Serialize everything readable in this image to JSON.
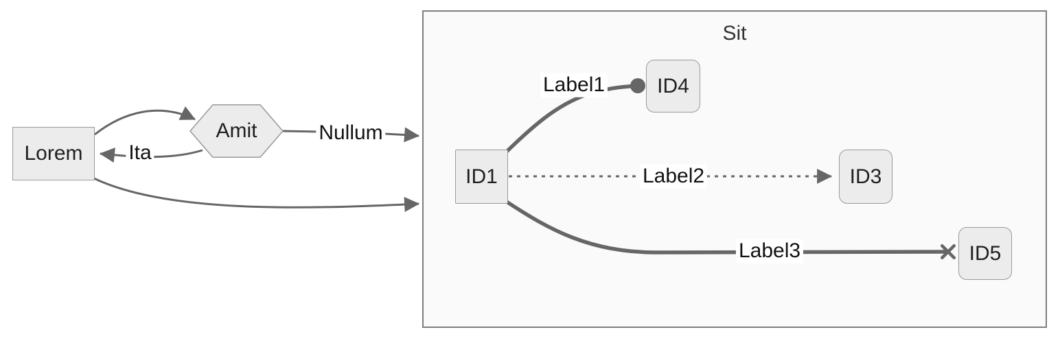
{
  "diagram_type": "flowchart",
  "subgraph": {
    "id": "sit",
    "title": "Sit"
  },
  "nodes": [
    {
      "id": "lorem",
      "label": "Lorem",
      "shape": "rectangle"
    },
    {
      "id": "amit",
      "label": "Amit",
      "shape": "hexagon"
    },
    {
      "id": "id1",
      "label": "ID1",
      "shape": "rectangle"
    },
    {
      "id": "id4",
      "label": "ID4",
      "shape": "rounded-rectangle"
    },
    {
      "id": "id3",
      "label": "ID3",
      "shape": "rounded-rectangle"
    },
    {
      "id": "id5",
      "label": "ID5",
      "shape": "rounded-rectangle"
    }
  ],
  "edges": [
    {
      "from": "lorem",
      "to": "amit",
      "label": "",
      "style": "solid",
      "arrow": "triangle"
    },
    {
      "from": "amit",
      "to": "lorem",
      "label": "Ita",
      "style": "solid",
      "arrow": "triangle"
    },
    {
      "from": "amit",
      "to": "sit",
      "label": "Nullum",
      "style": "solid",
      "arrow": "triangle"
    },
    {
      "from": "lorem",
      "to": "sit",
      "label": "",
      "style": "solid",
      "arrow": "triangle"
    },
    {
      "from": "id1",
      "to": "id4",
      "label": "Label1",
      "style": "thick",
      "arrow": "circle"
    },
    {
      "from": "id1",
      "to": "id3",
      "label": "Label2",
      "style": "dotted",
      "arrow": "triangle"
    },
    {
      "from": "id1",
      "to": "id5",
      "label": "Label3",
      "style": "thick",
      "arrow": "cross"
    }
  ],
  "colors": {
    "edge": "#666666",
    "node_fill": "#ececec",
    "node_border": "#999999",
    "subgraph_fill": "#fafafa",
    "subgraph_border": "#7d7d7d",
    "text": "#1f1f1f",
    "subgraph_title_text": "#333333"
  }
}
